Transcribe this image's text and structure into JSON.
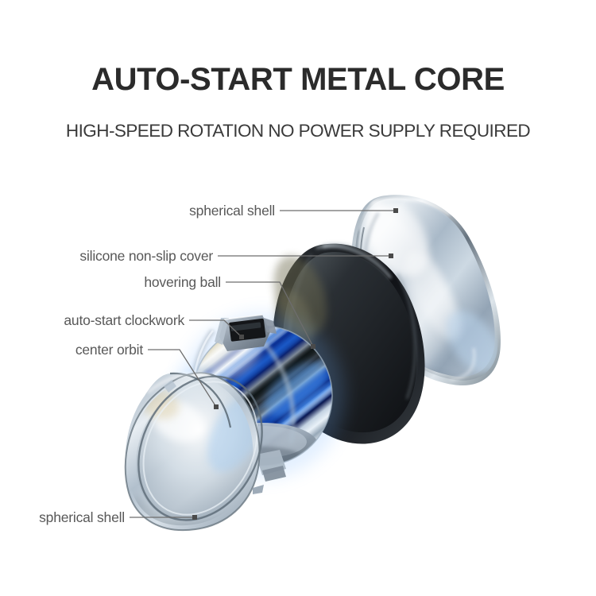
{
  "header": {
    "title": "AUTO-START METAL CORE",
    "subtitle": "HIGH-SPEED ROTATION NO POWER SUPPLY REQUIRED"
  },
  "callouts": [
    {
      "id": "spherical-shell-top",
      "label": "spherical shell"
    },
    {
      "id": "silicone-cover",
      "label": "silicone non-slip cover"
    },
    {
      "id": "hovering-ball",
      "label": "hovering ball"
    },
    {
      "id": "auto-start-clockwork",
      "label": "auto-start clockwork"
    },
    {
      "id": "center-orbit",
      "label": "center orbit"
    },
    {
      "id": "spherical-shell-bottom",
      "label": "spherical shell"
    }
  ],
  "product": {
    "parts": [
      {
        "id": "upper-spherical-shell",
        "name": "upper translucent spherical shell"
      },
      {
        "id": "silicone-non-slip-cover",
        "name": "black silicone non-slip cover ring"
      },
      {
        "id": "hovering-ball-core",
        "name": "spinning metal core with motion blur"
      },
      {
        "id": "lower-spherical-shell",
        "name": "lower translucent spherical shell bowl"
      }
    ]
  },
  "colors": {
    "background": "#ffffff",
    "title_text": "#2b2b2b",
    "subtitle_text": "#3a3a3a",
    "label_text": "#585858",
    "leader_line": "#6d6d6d",
    "leader_marker": "#4a4a4a",
    "shell_glass_light": "#dfe6ec",
    "shell_glass_mid": "#aebccb",
    "shell_glass_dark": "#7e8e9e",
    "shell_rim": "#5d6b78",
    "cover_black": "#1a1c1f",
    "cover_black_edge": "#3d4348",
    "core_blue_bright": "#1f6fe0",
    "core_blue_deep": "#0a2f8c",
    "core_white": "#eef4fb",
    "core_dark": "#16181c",
    "core_metal": "#9aa6b3"
  }
}
